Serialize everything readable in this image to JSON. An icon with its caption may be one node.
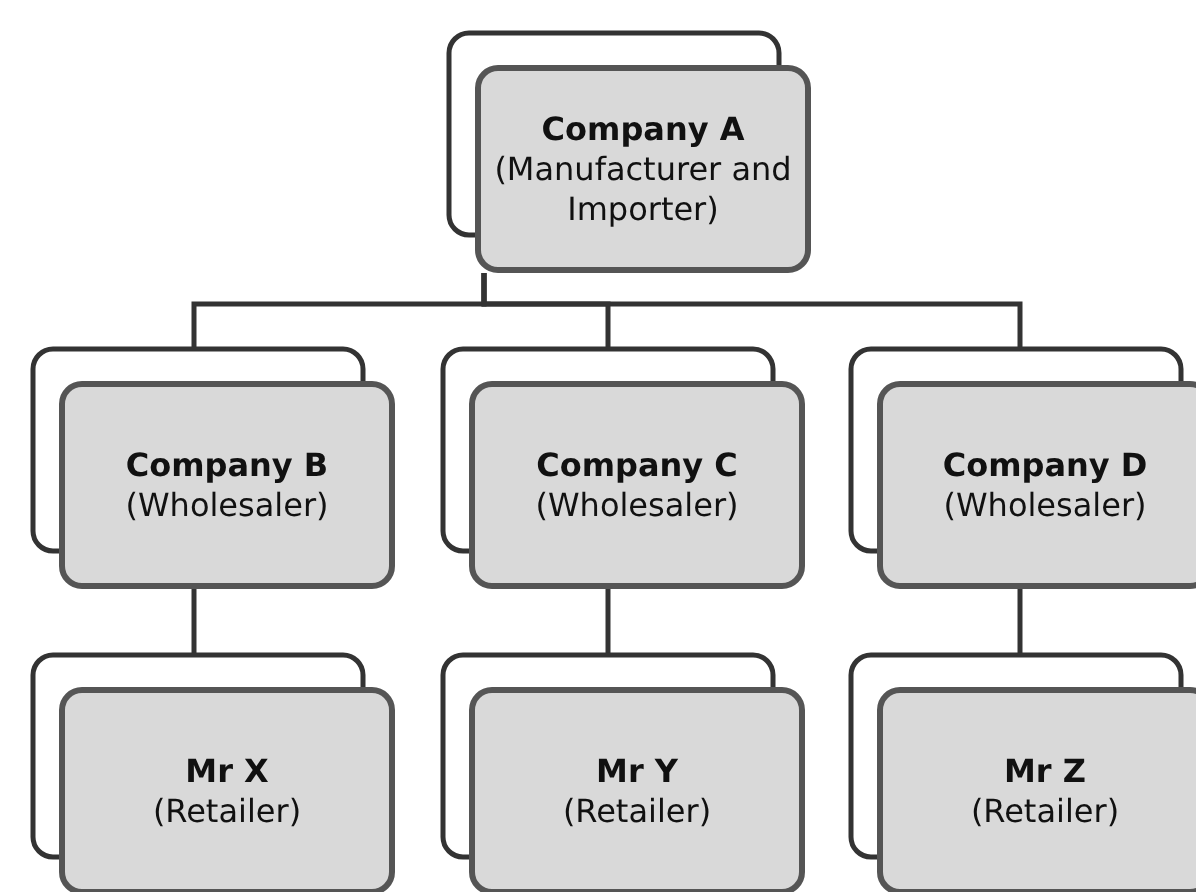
{
  "diagram": {
    "nodes": [
      {
        "text": [
          "Company A",
          "(Manufacturer and Importer)"
        ]
      },
      {
        "text": [
          "Company B",
          "(Wholesaler)"
        ]
      },
      {
        "text": [
          "Company C",
          "(Wholesaler)"
        ]
      },
      {
        "text": [
          "Company D",
          "(Wholesaler)"
        ]
      },
      {
        "text": [
          "Mr X",
          "(Retailer)"
        ]
      },
      {
        "text": [
          "Mr Y",
          "(Retailer)"
        ]
      },
      {
        "text": [
          "Mr Z",
          "(Retailer)"
        ]
      }
    ],
    "edges": [
      {
        "from": 0,
        "to": 1,
        "arrow": "none"
      },
      {
        "from": 0,
        "to": 2,
        "arrow": "none"
      },
      {
        "from": 0,
        "to": 3,
        "arrow": "none"
      },
      {
        "from": 1,
        "to": 4,
        "arrow": "none"
      },
      {
        "from": 2,
        "to": 5,
        "arrow": "none"
      },
      {
        "from": 3,
        "to": 6,
        "arrow": "none"
      }
    ]
  }
}
